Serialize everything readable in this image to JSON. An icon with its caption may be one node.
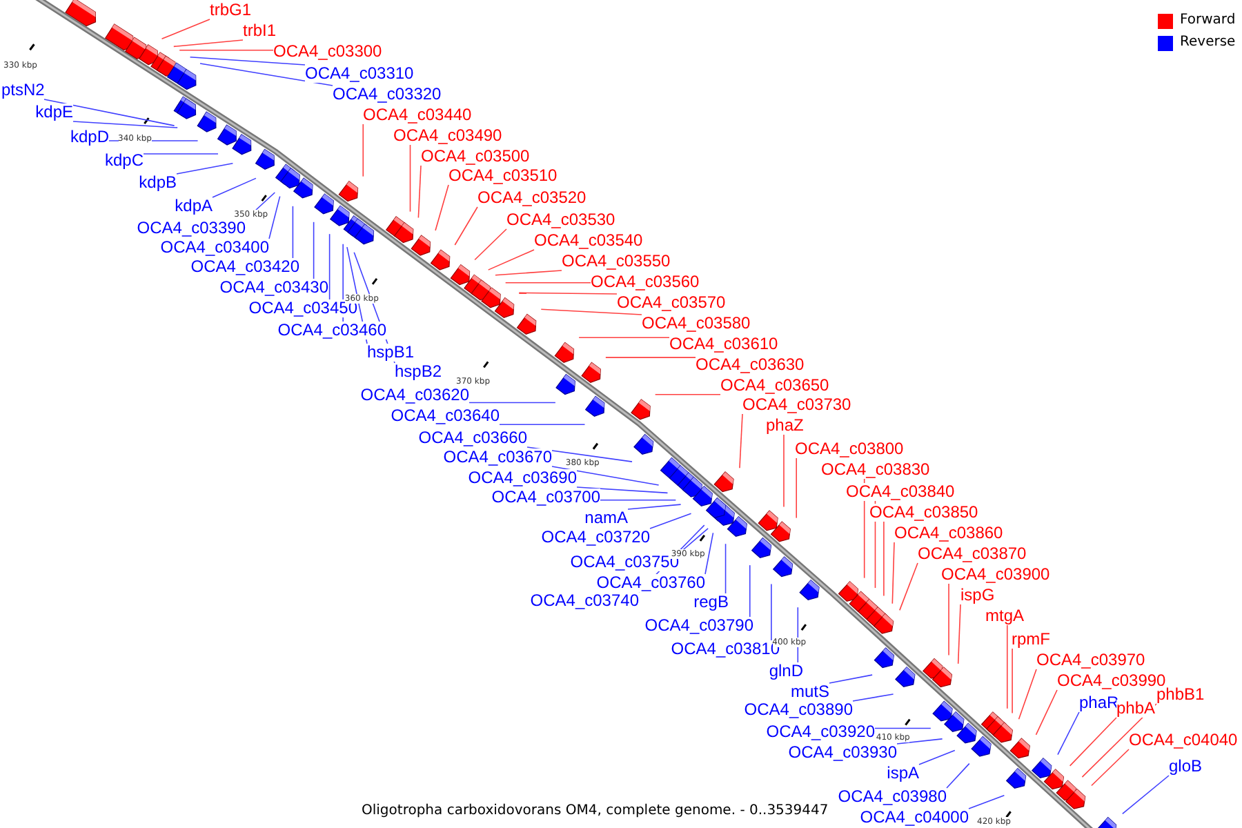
{
  "diagram": {
    "caption": "Oligotropha carboxidovorans OM4, complete genome. - 0..3539447",
    "nodes": [
      {
        "text": [
          "trbG1"
        ]
      },
      {
        "text": [
          "trbI1"
        ]
      },
      {
        "text": [
          "OCA4_c03300"
        ]
      },
      {
        "text": [
          "OCA4_c03310"
        ]
      },
      {
        "text": [
          "OCA4_c03320"
        ]
      },
      {
        "text": [
          "ptsN2"
        ]
      },
      {
        "text": [
          "kdpE"
        ]
      },
      {
        "text": [
          "kdpD"
        ]
      },
      {
        "text": [
          "kdpC"
        ]
      },
      {
        "text": [
          "kdpB"
        ]
      },
      {
        "text": [
          "kdpA"
        ]
      },
      {
        "text": [
          "OCA4_c03390"
        ]
      },
      {
        "text": [
          "OCA4_c03400"
        ]
      },
      {
        "text": [
          "OCA4_c03420"
        ]
      },
      {
        "text": [
          "OCA4_c03430"
        ]
      },
      {
        "text": [
          "OCA4_c03450"
        ]
      },
      {
        "text": [
          "OCA4_c03460"
        ]
      },
      {
        "text": [
          "hspB1"
        ]
      },
      {
        "text": [
          "hspB2"
        ]
      },
      {
        "text": [
          "OCA4_c03440"
        ]
      },
      {
        "text": [
          "OCA4_c03490"
        ]
      },
      {
        "text": [
          "OCA4_c03500"
        ]
      },
      {
        "text": [
          "OCA4_c03510"
        ]
      },
      {
        "text": [
          "OCA4_c03520"
        ]
      },
      {
        "text": [
          "OCA4_c03530"
        ]
      },
      {
        "text": [
          "OCA4_c03540"
        ]
      },
      {
        "text": [
          "OCA4_c03550"
        ]
      },
      {
        "text": [
          "OCA4_c03560"
        ]
      },
      {
        "text": [
          "OCA4_c03570"
        ]
      },
      {
        "text": [
          "OCA4_c03580"
        ]
      },
      {
        "text": [
          "OCA4_c03610"
        ]
      },
      {
        "text": [
          "OCA4_c03630"
        ]
      },
      {
        "text": [
          "OCA4_c03650"
        ]
      },
      {
        "text": [
          "OCA4_c03730"
        ]
      },
      {
        "text": [
          "phaZ"
        ]
      },
      {
        "text": [
          "OCA4_c03800"
        ]
      },
      {
        "text": [
          "OCA4_c03830"
        ]
      },
      {
        "text": [
          "OCA4_c03840"
        ]
      },
      {
        "text": [
          "OCA4_c03850"
        ]
      },
      {
        "text": [
          "OCA4_c03860"
        ]
      },
      {
        "text": [
          "OCA4_c03870"
        ]
      },
      {
        "text": [
          "OCA4_c03900"
        ]
      },
      {
        "text": [
          "ispG"
        ]
      },
      {
        "text": [
          "mtgA"
        ]
      },
      {
        "text": [
          "rpmF"
        ]
      },
      {
        "text": [
          "OCA4_c03970"
        ]
      },
      {
        "text": [
          "OCA4_c03990"
        ]
      },
      {
        "text": [
          "phaR"
        ]
      },
      {
        "text": [
          "phbA"
        ]
      },
      {
        "text": [
          "phbB1"
        ]
      },
      {
        "text": [
          "OCA4_c04040"
        ]
      },
      {
        "text": [
          "gloB"
        ]
      },
      {
        "text": [
          "OCA4_c03620"
        ]
      },
      {
        "text": [
          "OCA4_c03640"
        ]
      },
      {
        "text": [
          "OCA4_c03660"
        ]
      },
      {
        "text": [
          "OCA4_c03670"
        ]
      },
      {
        "text": [
          "OCA4_c03690"
        ]
      },
      {
        "text": [
          "OCA4_c03700"
        ]
      },
      {
        "text": [
          "namA"
        ]
      },
      {
        "text": [
          "OCA4_c03720"
        ]
      },
      {
        "text": [
          "OCA4_c03750"
        ]
      },
      {
        "text": [
          "OCA4_c03760"
        ]
      },
      {
        "text": [
          "OCA4_c03740"
        ]
      },
      {
        "text": [
          "regB"
        ]
      },
      {
        "text": [
          "OCA4_c03790"
        ]
      },
      {
        "text": [
          "OCA4_c03810"
        ]
      },
      {
        "text": [
          "glnD"
        ]
      },
      {
        "text": [
          "mutS"
        ]
      },
      {
        "text": [
          "OCA4_c03890"
        ]
      },
      {
        "text": [
          "OCA4_c03920"
        ]
      },
      {
        "text": [
          "OCA4_c03930"
        ]
      },
      {
        "text": [
          "ispA"
        ]
      },
      {
        "text": [
          "OCA4_c03980"
        ]
      },
      {
        "text": [
          "OCA4_c04000"
        ]
      }
    ],
    "edges": [
      {
        "from": 0,
        "to": null,
        "arrow": "none",
        "color": "#ff4040"
      },
      {
        "from": 1,
        "to": null,
        "arrow": "none",
        "color": "#ff4040"
      },
      {
        "from": 2,
        "to": null,
        "arrow": "none",
        "color": "#ff4040"
      },
      {
        "from": 3,
        "to": null,
        "arrow": "none"
      },
      {
        "from": 4,
        "to": null,
        "arrow": "none"
      },
      {
        "from": 5,
        "to": null,
        "arrow": "none"
      },
      {
        "from": 6,
        "to": null,
        "arrow": "none"
      },
      {
        "from": 7,
        "to": null,
        "arrow": "none"
      },
      {
        "from": 8,
        "to": null,
        "arrow": "none"
      },
      {
        "from": 9,
        "to": null,
        "arrow": "none"
      },
      {
        "from": 10,
        "to": null,
        "arrow": "none"
      },
      {
        "from": 11,
        "to": null,
        "arrow": "none"
      },
      {
        "from": 12,
        "to": null,
        "arrow": "none"
      },
      {
        "from": 13,
        "to": null,
        "arrow": "none"
      },
      {
        "from": 14,
        "to": null,
        "arrow": "none"
      },
      {
        "from": 15,
        "to": null,
        "arrow": "none"
      },
      {
        "from": 16,
        "to": null,
        "arrow": "none"
      },
      {
        "from": 17,
        "to": null,
        "arrow": "none"
      },
      {
        "from": 18,
        "to": null,
        "arrow": "none"
      },
      {
        "from": 19,
        "to": null,
        "arrow": "none",
        "color": "#ff4040"
      },
      {
        "from": 20,
        "to": null,
        "arrow": "none",
        "color": "#ff4040"
      },
      {
        "from": 21,
        "to": null,
        "arrow": "none",
        "color": "#ff4040"
      },
      {
        "from": 22,
        "to": null,
        "arrow": "none",
        "color": "#ff4040"
      },
      {
        "from": 23,
        "to": null,
        "arrow": "none",
        "color": "#ff4040"
      },
      {
        "from": 24,
        "to": null,
        "arrow": "none",
        "color": "#ff4040"
      },
      {
        "from": 25,
        "to": null,
        "arrow": "none",
        "color": "#ff4040"
      },
      {
        "from": 26,
        "to": null,
        "arrow": "none",
        "color": "#ff4040"
      },
      {
        "from": 27,
        "to": null,
        "arrow": "none",
        "color": "#ff4040"
      },
      {
        "from": 28,
        "to": null,
        "arrow": "none",
        "color": "#ff4040"
      },
      {
        "from": 29,
        "to": null,
        "arrow": "none",
        "color": "#ff4040"
      },
      {
        "from": 30,
        "to": null,
        "arrow": "none",
        "color": "#ff4040"
      },
      {
        "from": 31,
        "to": null,
        "arrow": "none",
        "color": "#ff4040"
      },
      {
        "from": 32,
        "to": null,
        "arrow": "none",
        "color": "#ff4040"
      },
      {
        "from": 33,
        "to": null,
        "arrow": "none",
        "color": "#ff4040"
      },
      {
        "from": 34,
        "to": null,
        "arrow": "none",
        "color": "#ff4040"
      },
      {
        "from": 35,
        "to": null,
        "arrow": "none",
        "color": "#ff4040"
      },
      {
        "from": 36,
        "to": null,
        "arrow": "none",
        "color": "#ff4040"
      },
      {
        "from": 37,
        "to": null,
        "arrow": "none",
        "color": "#ff4040"
      },
      {
        "from": 38,
        "to": null,
        "arrow": "none",
        "color": "#ff4040"
      },
      {
        "from": 39,
        "to": null,
        "arrow": "none",
        "color": "#ff4040"
      },
      {
        "from": 40,
        "to": null,
        "arrow": "none",
        "color": "#ff4040"
      },
      {
        "from": 41,
        "to": null,
        "arrow": "none",
        "color": "#ff4040"
      },
      {
        "from": 42,
        "to": null,
        "arrow": "none",
        "color": "#ff4040"
      },
      {
        "from": 43,
        "to": null,
        "arrow": "none",
        "color": "#ff4040"
      },
      {
        "from": 44,
        "to": null,
        "arrow": "none",
        "color": "#ff4040"
      },
      {
        "from": 45,
        "to": null,
        "arrow": "none",
        "color": "#ff4040"
      },
      {
        "from": 46,
        "to": null,
        "arrow": "none",
        "color": "#ff4040"
      },
      {
        "from": 47,
        "to": null,
        "arrow": "none"
      },
      {
        "from": 48,
        "to": null,
        "arrow": "none",
        "color": "#ff4040"
      },
      {
        "from": 49,
        "to": null,
        "arrow": "none",
        "color": "#ff4040"
      },
      {
        "from": 50,
        "to": null,
        "arrow": "none",
        "color": "#ff4040"
      },
      {
        "from": 51,
        "to": null,
        "arrow": "none"
      },
      {
        "from": 52,
        "to": null,
        "arrow": "none"
      },
      {
        "from": 53,
        "to": null,
        "arrow": "none"
      },
      {
        "from": 54,
        "to": null,
        "arrow": "none"
      },
      {
        "from": 55,
        "to": null,
        "arrow": "none"
      },
      {
        "from": 56,
        "to": null,
        "arrow": "none"
      },
      {
        "from": 57,
        "to": null,
        "arrow": "none"
      },
      {
        "from": 58,
        "to": null,
        "arrow": "none"
      },
      {
        "from": 59,
        "to": null,
        "arrow": "none"
      },
      {
        "from": 60,
        "to": null,
        "arrow": "none"
      },
      {
        "from": 61,
        "to": null,
        "arrow": "none"
      },
      {
        "from": 62,
        "to": null,
        "arrow": "none"
      },
      {
        "from": 63,
        "to": null,
        "arrow": "none"
      },
      {
        "from": 64,
        "to": null,
        "arrow": "none"
      },
      {
        "from": 65,
        "to": null,
        "arrow": "none"
      },
      {
        "from": 66,
        "to": null,
        "arrow": "none"
      },
      {
        "from": 67,
        "to": null,
        "arrow": "none"
      },
      {
        "from": 68,
        "to": null,
        "arrow": "none"
      },
      {
        "from": 69,
        "to": null,
        "arrow": "none"
      },
      {
        "from": 70,
        "to": null,
        "arrow": "none"
      },
      {
        "from": 71,
        "to": null,
        "arrow": "none"
      },
      {
        "from": 72,
        "to": null,
        "arrow": "none"
      },
      {
        "from": 73,
        "to": null,
        "arrow": "none"
      }
    ],
    "labels": [
      "330 kbp",
      "340 kbp",
      "350 kbp",
      "360 kbp",
      "370 kbp",
      "380 kbp",
      "390 kbp",
      "400 kbp",
      "410 kbp",
      "420 kbp"
    ],
    "legend": [
      {
        "text": "Forward",
        "color": "#ff0000"
      },
      {
        "text": "Reverse",
        "color": "#0000ff"
      }
    ]
  }
}
